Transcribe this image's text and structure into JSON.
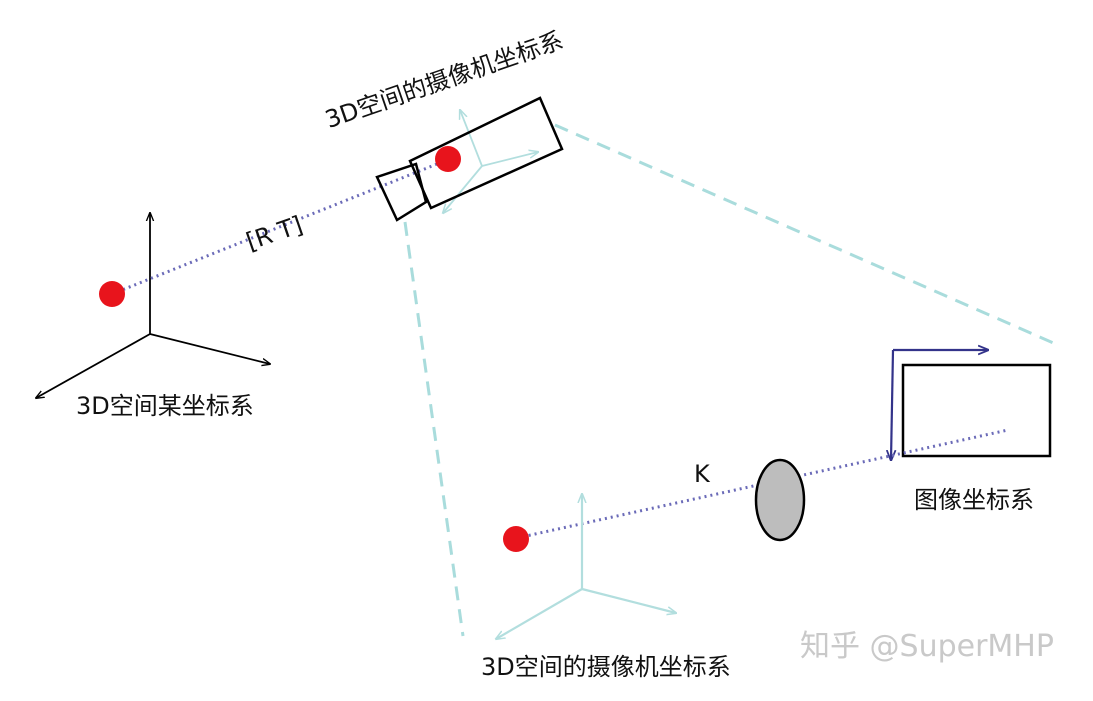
{
  "labels": {
    "camera_coord_top": "3D空间的摄像机坐标系",
    "world_coord": "3D空间某坐标系",
    "rt": "[R T]",
    "k": "K",
    "image_coord": "图像坐标系",
    "camera_coord_bottom": "3D空间的摄像机坐标系"
  },
  "watermark": "知乎 @SuperMHP",
  "colors": {
    "point": "#e8141c",
    "dotted_line": "#6b6bb8",
    "dashed_frustum": "#a9dcdc",
    "camera_axes": "#b2dede",
    "world_axes": "#000000",
    "image_axes": "#33338a",
    "lens_fill": "#bdbdbd"
  }
}
